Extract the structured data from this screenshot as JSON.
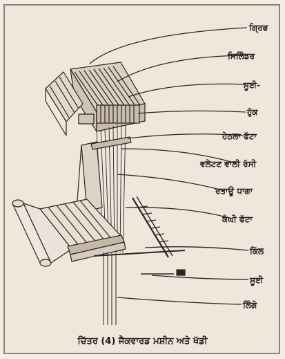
{
  "caption": "ਚਿੱਤਰ (4) ਜੈਕਵਾਰਡ ਮਸ਼ੀਨ ਅਤੇ ਖੱਡੀ",
  "labels": [
    {
      "id": "giddh",
      "text": "ਗ੍ਰਿਫ"
    },
    {
      "id": "cylinder",
      "text": "ਸਿਲਿੰਡਰ"
    },
    {
      "id": "sui_top",
      "text": "ਸੂਈ-"
    },
    {
      "id": "hook",
      "text": "ਹੁੱਕ"
    },
    {
      "id": "lower_board",
      "text": "ਹੇਠਲਾ ਫੱਟਾ"
    },
    {
      "id": "rope",
      "text": "ਵਲੇਟਣ ਵਾਲੀ ਰੱਸੀ"
    },
    {
      "id": "thread",
      "text": "ਰਤਾਊ ਧਾਗਾ"
    },
    {
      "id": "comb_board",
      "text": "ਕੰਘੀ ਫੱਟਾ"
    },
    {
      "id": "kill",
      "text": "ਕਿੱਲ"
    },
    {
      "id": "sui_bottom",
      "text": "ਸੂਈ"
    },
    {
      "id": "lingo",
      "text": "ਲਿੰਗੋ"
    }
  ]
}
